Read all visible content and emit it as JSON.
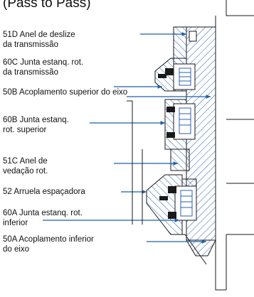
{
  "title": "(Pass to Pass)",
  "colors": {
    "leader": "#1f5fa8",
    "outline": "#1a1a1a",
    "hatch": "#2a5fb0"
  },
  "labels": {
    "d51": {
      "line1": "51D Anel de deslize",
      "line2": "da transmissão"
    },
    "c60": {
      "line1": "60C Junta estanq. rot.",
      "line2": "da transmissão"
    },
    "b50": {
      "line1": "50B Acoplamento superior do eixo"
    },
    "b60": {
      "line1": "60B Junta estanq.",
      "line2": "rot. superior"
    },
    "c51": {
      "line1": "51C Anel de",
      "line2": "vedação rot."
    },
    "a52": {
      "line1": "52 Arruela espaçadora"
    },
    "a60": {
      "line1": "60A Junta estanq. rot.",
      "line2": "inferior"
    },
    "a50": {
      "line1": "50A Acoplamento inferior",
      "line2": "do eixo"
    }
  }
}
